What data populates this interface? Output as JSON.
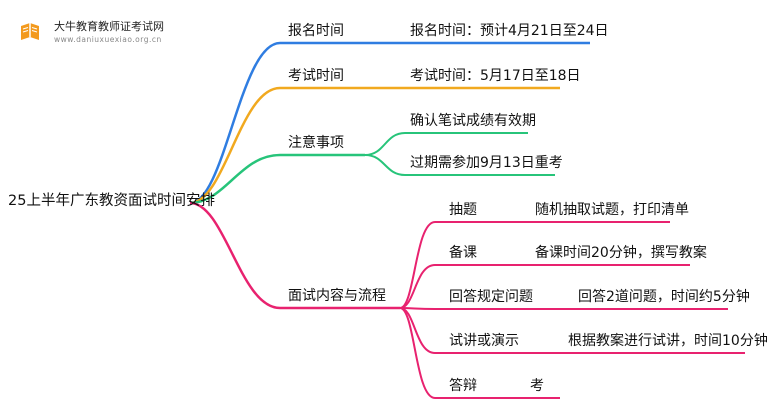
{
  "brand": {
    "name": "大牛教育教师证考试网",
    "url": "www.daniuxuexiao.org.cn"
  },
  "colors": {
    "blue": "#2f7de1",
    "orange": "#f1a91f",
    "green": "#27c47a",
    "pink": "#e8226f"
  },
  "root": "25上半年广东教资面试时间安排",
  "branches": {
    "registration": {
      "label": "报名时间",
      "detail": "报名时间：预计4月21日至24日"
    },
    "exam": {
      "label": "考试时间",
      "detail": "考试时间：5月17日至18日"
    },
    "notes": {
      "label": "注意事项",
      "items": [
        "确认笔试成绩有效期",
        "过期需参加9月13日重考"
      ]
    },
    "interview": {
      "label": "面试内容与流程",
      "steps": [
        {
          "name": "抽题",
          "desc": "随机抽取试题，打印清单"
        },
        {
          "name": "备课",
          "desc": "备课时间20分钟，撰写教案"
        },
        {
          "name": "回答规定问题",
          "desc": "回答2道问题，时间约5分钟"
        },
        {
          "name": "试讲或演示",
          "desc": "根据教案进行试讲，时间10分钟"
        },
        {
          "name": "答辩",
          "desc": "考"
        }
      ]
    }
  }
}
